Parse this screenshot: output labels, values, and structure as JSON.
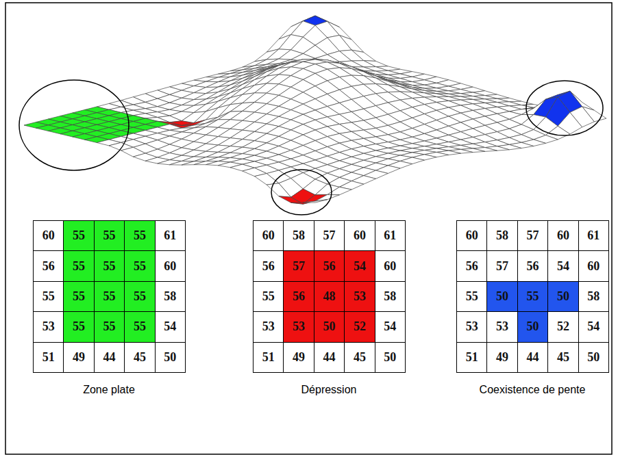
{
  "diagram": {
    "labels": [
      "60",
      "55",
      "55",
      "55",
      "61",
      "56",
      "55",
      "55",
      "55",
      "60",
      "55",
      "55",
      "55",
      "55",
      "58",
      "53",
      "55",
      "55",
      "55",
      "54",
      "51",
      "49",
      "44",
      "45",
      "50",
      "Zone plate",
      "60",
      "58",
      "57",
      "60",
      "61",
      "56",
      "57",
      "56",
      "54",
      "60",
      "55",
      "56",
      "48",
      "53",
      "58",
      "53",
      "53",
      "50",
      "52",
      "54",
      "51",
      "49",
      "44",
      "45",
      "50",
      "Dépression",
      "60",
      "58",
      "57",
      "60",
      "61",
      "56",
      "57",
      "56",
      "54",
      "60",
      "55",
      "50",
      "55",
      "50",
      "58",
      "53",
      "53",
      "50",
      "52",
      "54",
      "51",
      "49",
      "44",
      "45",
      "50",
      "Coexistence de pente"
    ]
  }
}
